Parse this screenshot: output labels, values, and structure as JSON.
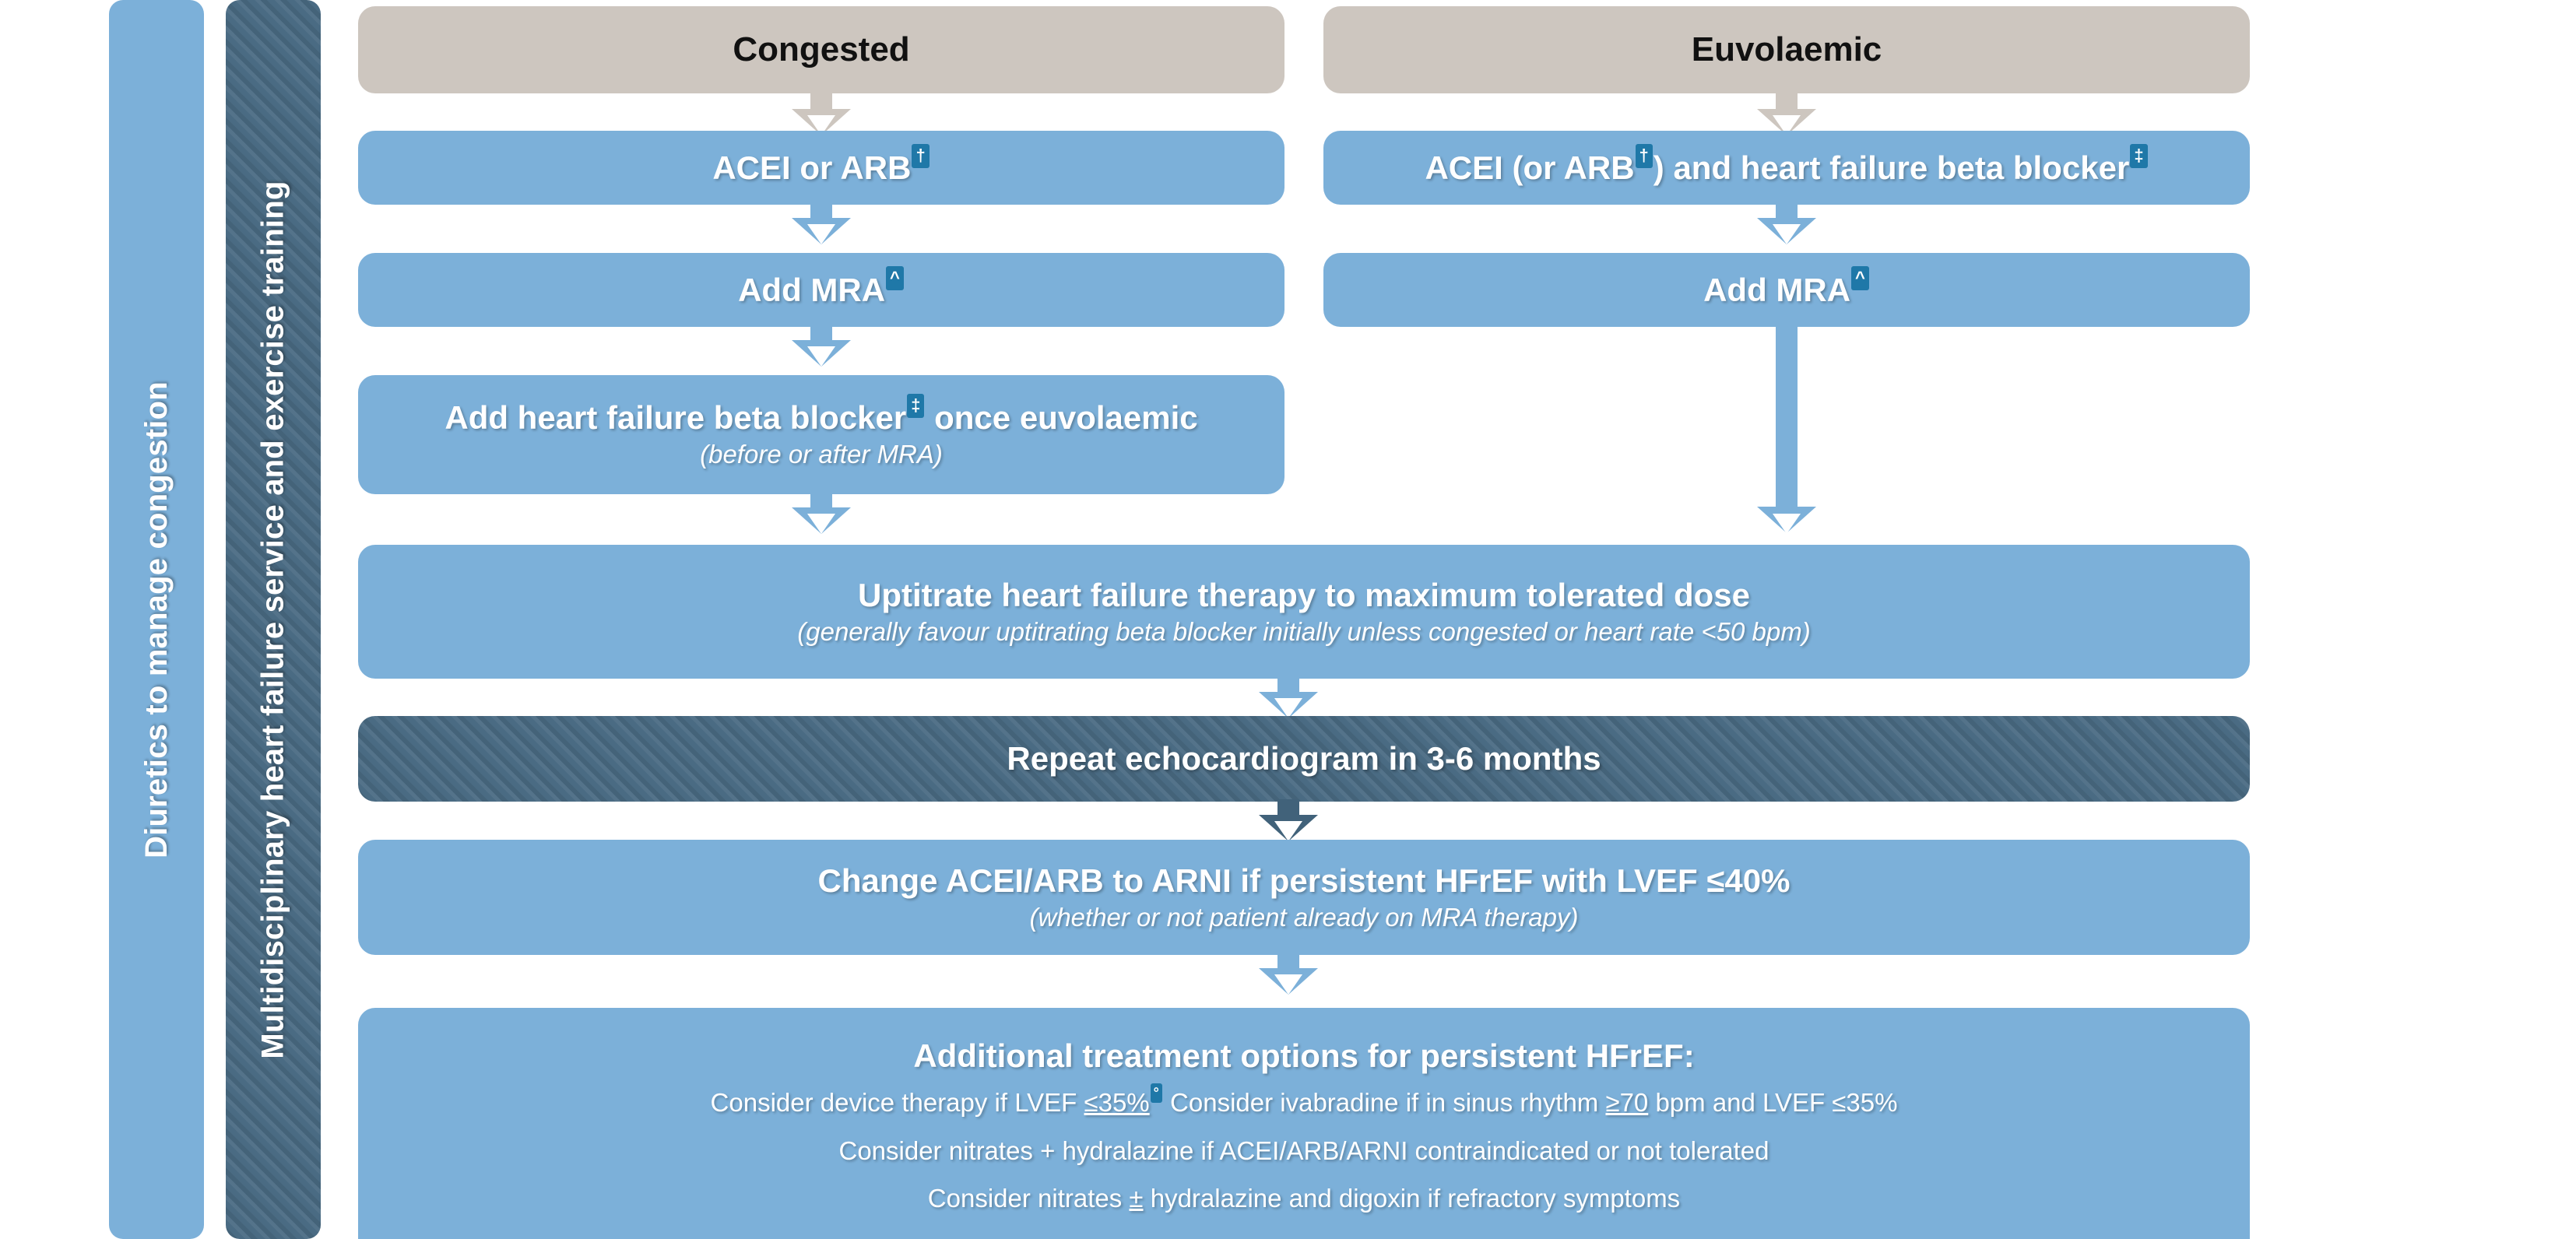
{
  "sidebars": [
    {
      "id": "diuretics",
      "label": "Diuretics to manage congestion",
      "color": "#7cb0d9"
    },
    {
      "id": "mdt",
      "label": "Multidisciplinary heart failure service and exercise training",
      "color": "#4a6b83"
    }
  ],
  "columns": {
    "left": {
      "header": "Congested"
    },
    "right": {
      "header": "Euvolaemic"
    }
  },
  "markers": {
    "dagger": "†",
    "double_dagger": "‡",
    "caret": "^",
    "ring": "°"
  },
  "boxes": {
    "left_acei": {
      "pre": "ACEI or ARB",
      "marker": "†",
      "post": ""
    },
    "left_mra": {
      "pre": "Add MRA",
      "marker": "^",
      "post": ""
    },
    "left_bb": {
      "pre": "Add heart failure beta blocker",
      "marker": "‡",
      "post": " once euvolaemic",
      "subtitle": "(before or after MRA)"
    },
    "right_acei": {
      "pre": "ACEI (or ARB",
      "marker": "†",
      "mid": ") and heart failure beta blocker",
      "marker2": "‡",
      "post": ""
    },
    "right_mra": {
      "pre": "Add MRA",
      "marker": "^",
      "post": ""
    },
    "uptitrate": {
      "title": "Uptitrate heart failure therapy to maximum tolerated dose",
      "subtitle": "(generally favour uptitrating beta blocker initially unless congested or heart rate <50 bpm)"
    },
    "echo": {
      "title": "Repeat echocardiogram in 3-6 months"
    },
    "arni": {
      "title": "Change ACEI/ARB to ARNI if persistent HFrEF with LVEF ≤40%",
      "subtitle": "(whether or not patient already on MRA therapy)"
    },
    "additional": {
      "title": "Additional treatment options for persistent HFrEF:",
      "line1_a": "Consider device therapy if LVEF ",
      "line1_le1": "≤35%",
      "line1_marker": "°",
      "line1_b": " Consider ivabradine if in sinus rhythm ",
      "line1_ge": "≥70",
      "line1_c": " bpm and LVEF ",
      "line1_le2": "≤35%",
      "line2": "Consider nitrates + hydralazine if ACEI/ARB/ARNI contraindicated or not tolerated",
      "line3_a": "Consider nitrates ",
      "line3_pm": "±",
      "line3_b": " hydralazine and digoxin if refractory symptoms"
    }
  },
  "colors": {
    "blue": "#7cb0d9",
    "tan": "#cdc6bf",
    "slate": "#4a6b83",
    "marker_chip": "#1f78a8",
    "text_light": "#ffffff",
    "text_dark": "#111111"
  }
}
